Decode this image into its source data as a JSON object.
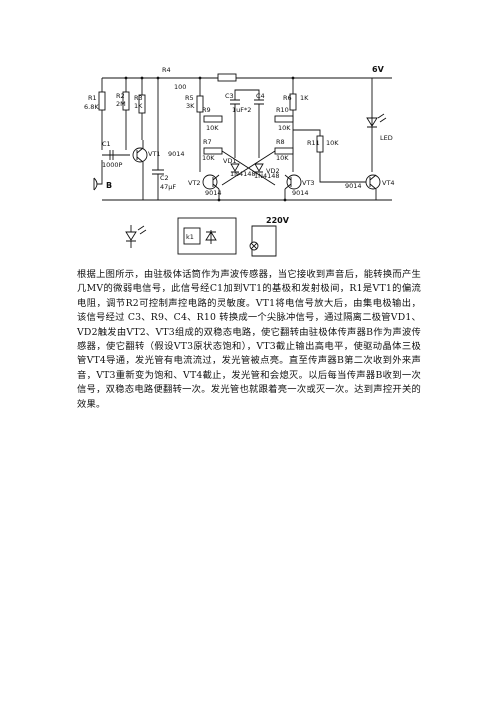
{
  "schematic": {
    "labels": {
      "r1": "R1",
      "r1_val": "6.8K",
      "r2": "R2",
      "r2_val": "2M",
      "r3": "R3",
      "r3_val": "1K",
      "r4": "R4",
      "r4_val": "100",
      "r5": "R5",
      "r5_val": "3K",
      "r6": "R6",
      "r6_val": "1K",
      "r7": "R7",
      "r7_val": "10K",
      "r8": "R8",
      "r8_val": "10K",
      "r9": "R9",
      "r9_val": "10K",
      "r10": "R10",
      "r10_val": "10K",
      "r11": "R11",
      "r11_val": "10K",
      "c1": "C1",
      "c1_val": "1000P",
      "c2": "C2",
      "c2_val": "47μF",
      "c3": "C3",
      "c4": "C4",
      "c34_val": "1uF*2",
      "vt1": "VT1",
      "vt1_val": "9014",
      "vt2": "VT2",
      "vt2_val": "9014",
      "vt3": "VT3",
      "vt3_val": "9014",
      "vt4": "VT4",
      "vt4_val": "9014",
      "vd1": "VD1",
      "vd1_val": "1N4148",
      "vd2": "VD2",
      "vd2_val": "1N4148",
      "led": "LED",
      "mic": "B",
      "supply": "6V",
      "relay": "k1",
      "mains": "220V"
    }
  },
  "paragraph": "根据上图所示，由驻极体话筒作为声波传感器，当它接收到声音后，能转换而产生几MV的微弱电信号，此信号经C1加到VT1的基极和发射极间，R1是VT1的偏流电阻，调节R2可控制声控电路的灵敏度。VT1将电信号放大后，由集电极输出，该信号经过 C3、R9、C4、R10 转换成一个尖脉冲信号，通过隔离二极管VD1、VD2触发由VT2、VT3组成的双稳态电路，使它翻转由驻极体传声器B作为声波传感器，使它翻转（假设VT3原状态饱和），VT3截止输出高电平，使驱动晶体三极管VT4导通，发光管有电流流过，发光管被点亮。直至传声器B第二次收到外来声音，VT3重新变为饱和、VT4截止，发光管和会熄灭。以后每当传声器B收到一次信号，双稳态电路便翻转一次。发光管也就跟着亮一次或灭一次。达到声控开关的效果。"
}
